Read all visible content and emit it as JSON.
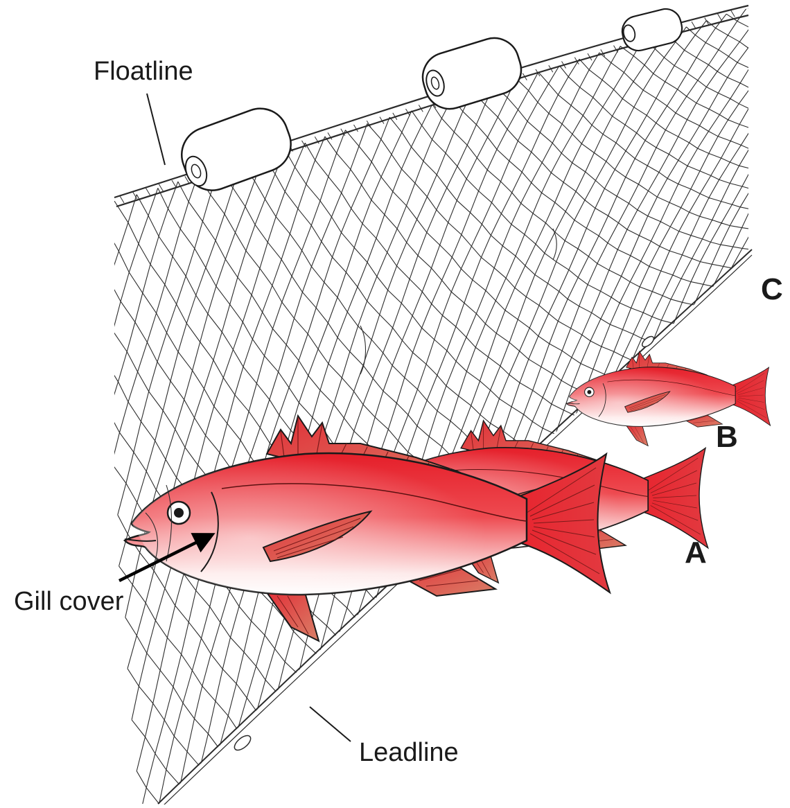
{
  "labels": {
    "floatline": "Floatline",
    "leadline": "Leadline",
    "gill_cover": "Gill cover",
    "fish_a": "A",
    "fish_b": "B",
    "fish_c": "C"
  },
  "colors": {
    "fish_red": "#e8242e",
    "fish_belly": "#ffffff",
    "fin_red": "#d9333a",
    "fin_tan": "#d9876a",
    "net_line": "#2b2b2b",
    "float_fill": "#ffffff"
  },
  "icons": {
    "float": "cork-float-icon",
    "fish": "red-snapper-fish-icon"
  }
}
